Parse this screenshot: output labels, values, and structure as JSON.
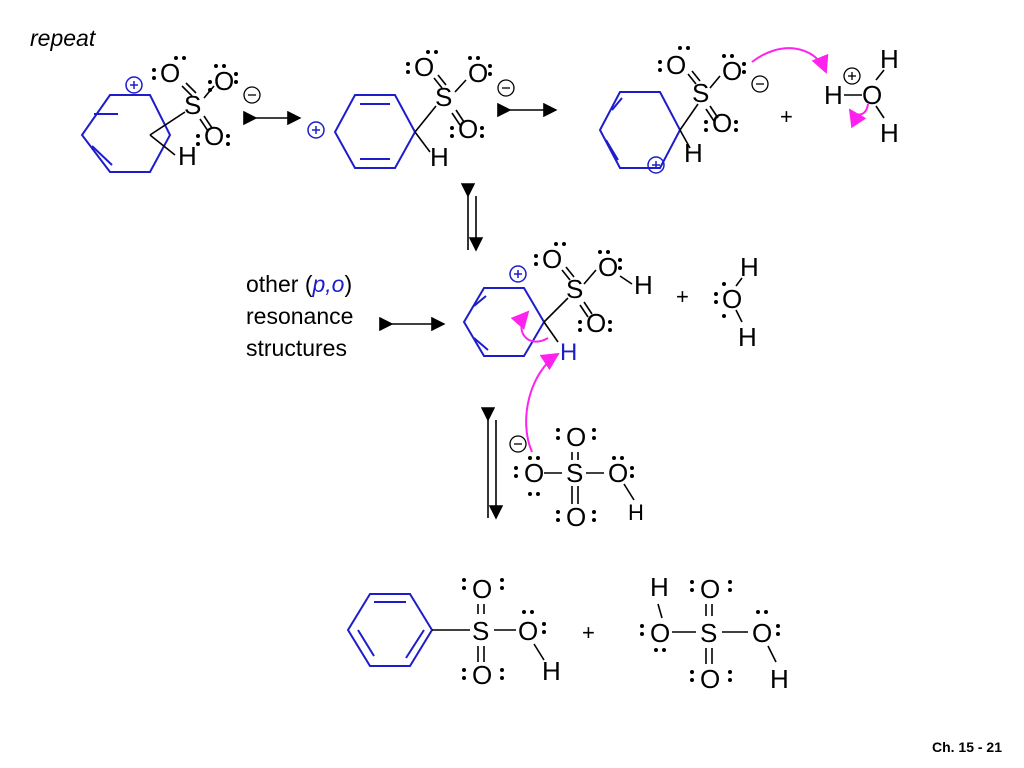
{
  "header": {
    "label": "repeat"
  },
  "atoms": {
    "O": "O",
    "S": "S",
    "H": "H"
  },
  "charges": {
    "plus": "+",
    "minus": "−"
  },
  "operators": {
    "plus": "+"
  },
  "resonance_note": {
    "line1_pre": "other (",
    "line1_em": "p,o",
    "line1_post": ")",
    "line2": "resonance",
    "line3": "structures"
  },
  "footer": {
    "text": "Ch. 15 - 21"
  },
  "colors": {
    "ring": "#1d1dcc",
    "arrow": "#ff22ee",
    "ink": "#000000"
  }
}
